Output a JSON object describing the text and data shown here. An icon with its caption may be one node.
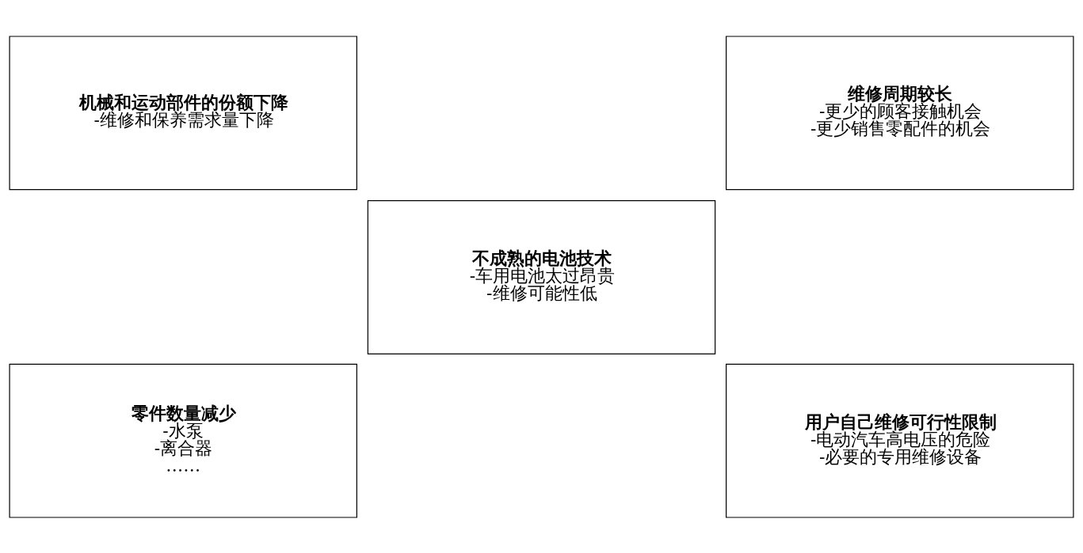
{
  "diagram": {
    "nodes": [
      {
        "text": [
          "机械和运动部件的份额下降",
          "-维修和保养需求量下降"
        ]
      },
      {
        "text": [
          "维修周期较长",
          "-更少的顾客接触机会",
          "-更少销售零配件的机会"
        ]
      },
      {
        "text": [
          "不成熟的电池技术",
          "-车用电池太过昂贵",
          "-维修可能性低"
        ]
      },
      {
        "text": [
          "零件数量减少",
          "-水泵",
          "-离合器",
          "……"
        ]
      },
      {
        "text": [
          "用户自己维修可行性限制",
          "-电动汽车高电压的危险",
          "-必要的专用维修设备"
        ]
      }
    ]
  }
}
